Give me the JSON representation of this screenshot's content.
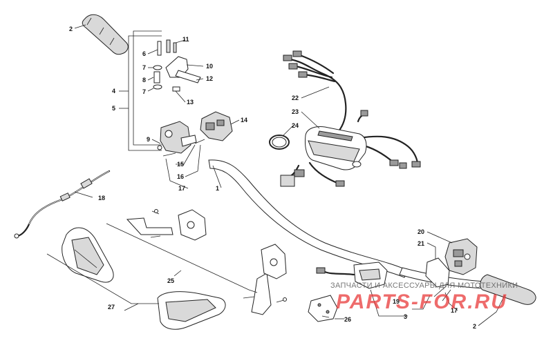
{
  "labels": {
    "l1": "1",
    "l2a": "2",
    "l2b": "2",
    "l3": "3",
    "l4": "4",
    "l5": "5",
    "l6": "6",
    "l7a": "7",
    "l7b": "7",
    "l8": "8",
    "l9": "9",
    "l10": "10",
    "l11": "11",
    "l12": "12",
    "l13": "13",
    "l14": "14",
    "l15": "15",
    "l16": "16",
    "l17a": "17",
    "l17b": "17",
    "l18": "18",
    "l19": "19",
    "l20": "20",
    "l21": "21",
    "l22": "22",
    "l23": "23",
    "l24": "24",
    "l25": "25",
    "l26": "26",
    "l27": "27"
  },
  "watermark": {
    "tagline": "ЗАПЧАСТИ И АКСЕССУАРЫ ДЛЯ МОТОТЕХНИКИ",
    "brand": "PARTS-FOR.RU",
    "color": "#e8393a"
  }
}
